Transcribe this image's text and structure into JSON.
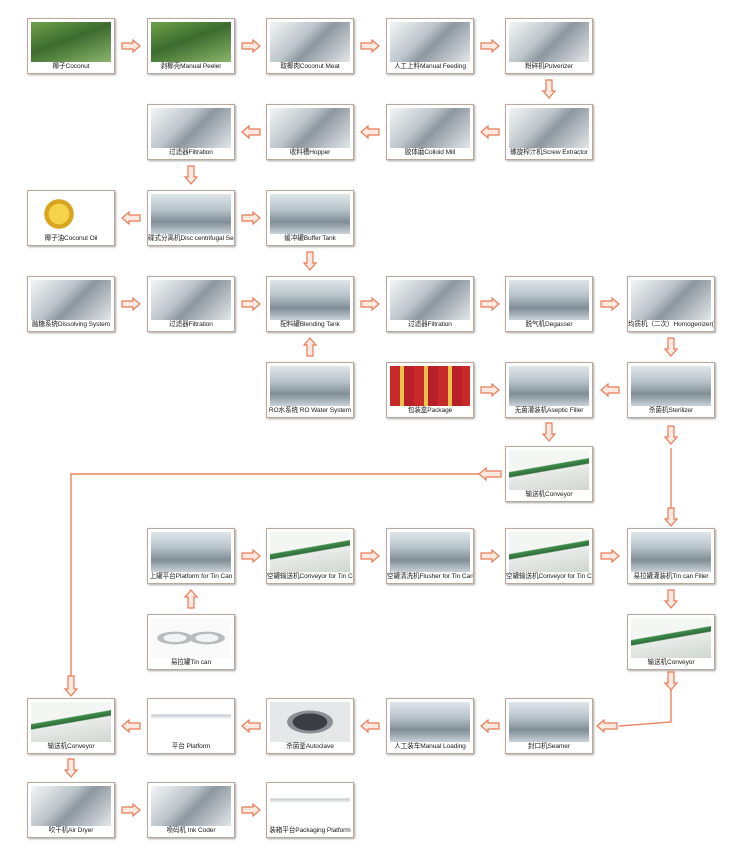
{
  "nodes": [
    {
      "id": "coconut",
      "label": "椰子Coconut",
      "icon": "coconut-image"
    },
    {
      "id": "manual-peeler",
      "label": "剥椰壳Manual Peeler",
      "icon": "coconut-peeling-image"
    },
    {
      "id": "coconut-meat",
      "label": "取椰肉Coconut Meat",
      "icon": "coconut-meat-image"
    },
    {
      "id": "manual-feeding",
      "label": "人工上料Manual Feeding",
      "icon": "feeding-tray-image"
    },
    {
      "id": "pulverizer",
      "label": "粉碎机Pulverizer",
      "icon": "pulverizer-image"
    },
    {
      "id": "screw-extractor",
      "label": "螺旋榨汁机Screw Extractor",
      "icon": "screw-extractor-image"
    },
    {
      "id": "colloid-mill",
      "label": "胶体磨Colloid Mill",
      "icon": "colloid-mill-image"
    },
    {
      "id": "hopper",
      "label": "收料槽Hopper",
      "icon": "hopper-image"
    },
    {
      "id": "filtration-1",
      "label": "过滤器Filtration",
      "icon": "filter-image"
    },
    {
      "id": "coconut-oil",
      "label": "椰子油Coconut Oil",
      "icon": "coconut-oil-image"
    },
    {
      "id": "disc-separator",
      "label": "碟式分离机Disc centrifugal Separator",
      "icon": "separator-image"
    },
    {
      "id": "buffer-tank",
      "label": "缓冲罐Buffer Tank",
      "icon": "buffer-tank-image"
    },
    {
      "id": "dissolving-system",
      "label": "融糖系统Dissolving System",
      "icon": "dissolving-system-image"
    },
    {
      "id": "filtration-2",
      "label": "过滤器Filtration",
      "icon": "filter-image"
    },
    {
      "id": "blending-tank",
      "label": "配料罐Blending Tank",
      "icon": "blending-tank-image"
    },
    {
      "id": "filtration-3",
      "label": "过滤器Filtration",
      "icon": "filter-image"
    },
    {
      "id": "degasser",
      "label": "脱气机Degasser",
      "icon": "degasser-image"
    },
    {
      "id": "homogenizer",
      "label": "均质机（二次）Homogenizer(Twice)",
      "icon": "homogenizer-image"
    },
    {
      "id": "ro-water",
      "label": "RO水系统 RO Water System",
      "icon": "ro-water-image"
    },
    {
      "id": "package",
      "label": "包装盒Package",
      "icon": "package-image"
    },
    {
      "id": "aseptic-filler",
      "label": "无菌灌装机Aseptic Filler",
      "icon": "aseptic-filler-image"
    },
    {
      "id": "sterilizer",
      "label": "杀菌机Sterilizer",
      "icon": "sterilizer-image"
    },
    {
      "id": "conveyor-1",
      "label": "输送机Conveyor",
      "icon": "conveyor-image"
    },
    {
      "id": "platform-tin-can",
      "label": "上罐平台Platform for Tin Can",
      "icon": "platform-image"
    },
    {
      "id": "conveyor-tin-can-1",
      "label": "空罐输送机Conveyor for Tin Can",
      "icon": "conveyor-image"
    },
    {
      "id": "flusher-tin-can",
      "label": "空罐清洗机Flusher for Tin Can",
      "icon": "flusher-image"
    },
    {
      "id": "conveyor-tin-can-2",
      "label": "空罐输送机Conveyor for Tin Can",
      "icon": "conveyor-image"
    },
    {
      "id": "tin-can-filler",
      "label": "易拉罐灌装机Tin can Filler",
      "icon": "tin-can-filler-image"
    },
    {
      "id": "tin-can",
      "label": "易拉罐Tin can",
      "icon": "tin-can-image"
    },
    {
      "id": "conveyor-2",
      "label": "输送机Conveyor",
      "icon": "conveyor-image"
    },
    {
      "id": "seamer",
      "label": "封口机Seamer",
      "icon": "seamer-image"
    },
    {
      "id": "manual-loading",
      "label": "人工装车Manual Loading",
      "icon": "manual-loading-image"
    },
    {
      "id": "autoclave",
      "label": "杀菌釜Autoclave",
      "icon": "autoclave-image"
    },
    {
      "id": "platform",
      "label": "平台 Platform",
      "icon": "platform-image"
    },
    {
      "id": "conveyor-3",
      "label": "输送机Conveyor",
      "icon": "conveyor-image"
    },
    {
      "id": "air-dryer",
      "label": "吹干机Air Dryer",
      "icon": "air-dryer-image"
    },
    {
      "id": "ink-coder",
      "label": "喷码机 Ink Coder",
      "icon": "ink-coder-image"
    },
    {
      "id": "packaging-platform",
      "label": "装箱平台Packaging Platform",
      "icon": "packaging-platform-image"
    }
  ],
  "edges": [
    [
      "coconut",
      "manual-peeler"
    ],
    [
      "manual-peeler",
      "coconut-meat"
    ],
    [
      "coconut-meat",
      "manual-feeding"
    ],
    [
      "manual-feeding",
      "pulverizer"
    ],
    [
      "pulverizer",
      "screw-extractor"
    ],
    [
      "screw-extractor",
      "colloid-mill"
    ],
    [
      "colloid-mill",
      "hopper"
    ],
    [
      "hopper",
      "filtration-1"
    ],
    [
      "filtration-1",
      "disc-separator"
    ],
    [
      "disc-separator",
      "coconut-oil"
    ],
    [
      "disc-separator",
      "buffer-tank"
    ],
    [
      "buffer-tank",
      "blending-tank"
    ],
    [
      "dissolving-system",
      "filtration-2"
    ],
    [
      "filtration-2",
      "blending-tank"
    ],
    [
      "ro-water",
      "blending-tank"
    ],
    [
      "blending-tank",
      "filtration-3"
    ],
    [
      "filtration-3",
      "degasser"
    ],
    [
      "degasser",
      "homogenizer"
    ],
    [
      "homogenizer",
      "sterilizer"
    ],
    [
      "sterilizer",
      "aseptic-filler"
    ],
    [
      "package",
      "aseptic-filler"
    ],
    [
      "aseptic-filler",
      "conveyor-1"
    ],
    [
      "sterilizer",
      "tin-can-filler"
    ],
    [
      "conveyor-1",
      "conveyor-3"
    ],
    [
      "tin-can",
      "platform-tin-can"
    ],
    [
      "platform-tin-can",
      "conveyor-tin-can-1"
    ],
    [
      "conveyor-tin-can-1",
      "flusher-tin-can"
    ],
    [
      "flusher-tin-can",
      "conveyor-tin-can-2"
    ],
    [
      "conveyor-tin-can-2",
      "tin-can-filler"
    ],
    [
      "tin-can-filler",
      "conveyor-2"
    ],
    [
      "conveyor-2",
      "seamer"
    ],
    [
      "seamer",
      "manual-loading"
    ],
    [
      "manual-loading",
      "autoclave"
    ],
    [
      "autoclave",
      "platform"
    ],
    [
      "platform",
      "conveyor-3"
    ],
    [
      "conveyor-3",
      "air-dryer"
    ],
    [
      "air-dryer",
      "ink-coder"
    ],
    [
      "ink-coder",
      "packaging-platform"
    ]
  ]
}
